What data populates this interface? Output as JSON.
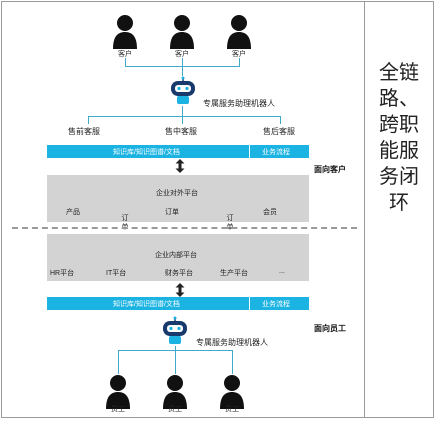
{
  "top_customers": {
    "labels": [
      "客户",
      "客户",
      "客户"
    ]
  },
  "top_robot": {
    "label": "专属服务助理机器人"
  },
  "services": {
    "pre": "售前客服",
    "mid": "售中客服",
    "post": "售后客服"
  },
  "bar_top": {
    "left_text": "知识库/知识图谱/文档",
    "right_text": "业务流程"
  },
  "tag_customer": "面向客户",
  "external_platform": {
    "title": "企业对外平台",
    "items": [
      "产品",
      "订单",
      "会员"
    ]
  },
  "vertical_orders": [
    "订\n单",
    "订\n单"
  ],
  "internal_platform": {
    "title": "企业内部平台",
    "items": [
      "HR平台",
      "IT平台",
      "财务平台",
      "生产平台",
      "..."
    ]
  },
  "bar_bottom": {
    "left_text": "知识库/知识图谱/文档",
    "right_text": "业务流程"
  },
  "tag_employee": "面向员工",
  "bottom_robot": {
    "label": "专属服务助理机器人"
  },
  "bottom_employees": {
    "labels": [
      "员工",
      "员工",
      "员工"
    ]
  },
  "right_title": "全链路、跨职能服务闭环",
  "colors": {
    "cyan": "#1ab3e2",
    "connector": "#40a9c8",
    "platform_gray": "#d3d3d3"
  },
  "icons": {
    "person": "person-icon",
    "robot": "robot-icon",
    "arrow": "double-arrow-icon"
  }
}
